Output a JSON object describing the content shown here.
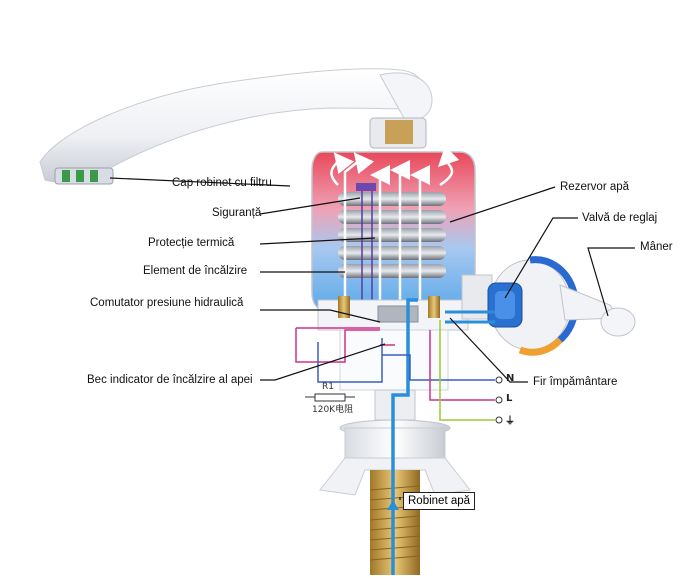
{
  "labels": {
    "cap_robinet": "Cap robinet cu filtru",
    "siguranta": "Siguranță",
    "protectie": "Protecție termică",
    "element": "Element de încălzire",
    "comutator": "Comutator presiune hidraulică",
    "bec": "Bec indicator de încălzire al apei",
    "rezervor": "Rezervor apă",
    "valva": "Valvă de reglaj",
    "maner": "Mâner",
    "fir": "Fir împământare",
    "robinet": "Robinet apă"
  },
  "terminals": {
    "n": "N",
    "l": "L",
    "ground_symbol": "⏚"
  },
  "resistor": {
    "name": "R1",
    "value": "120K电阻"
  },
  "colors": {
    "hot": "#e0303c",
    "cold": "#2a8fd8",
    "wire_pink": "#d0308a",
    "wire_blue": "#3a5fc0",
    "wire_green": "#9cc83a",
    "wire_purple": "#5a3aa0"
  }
}
